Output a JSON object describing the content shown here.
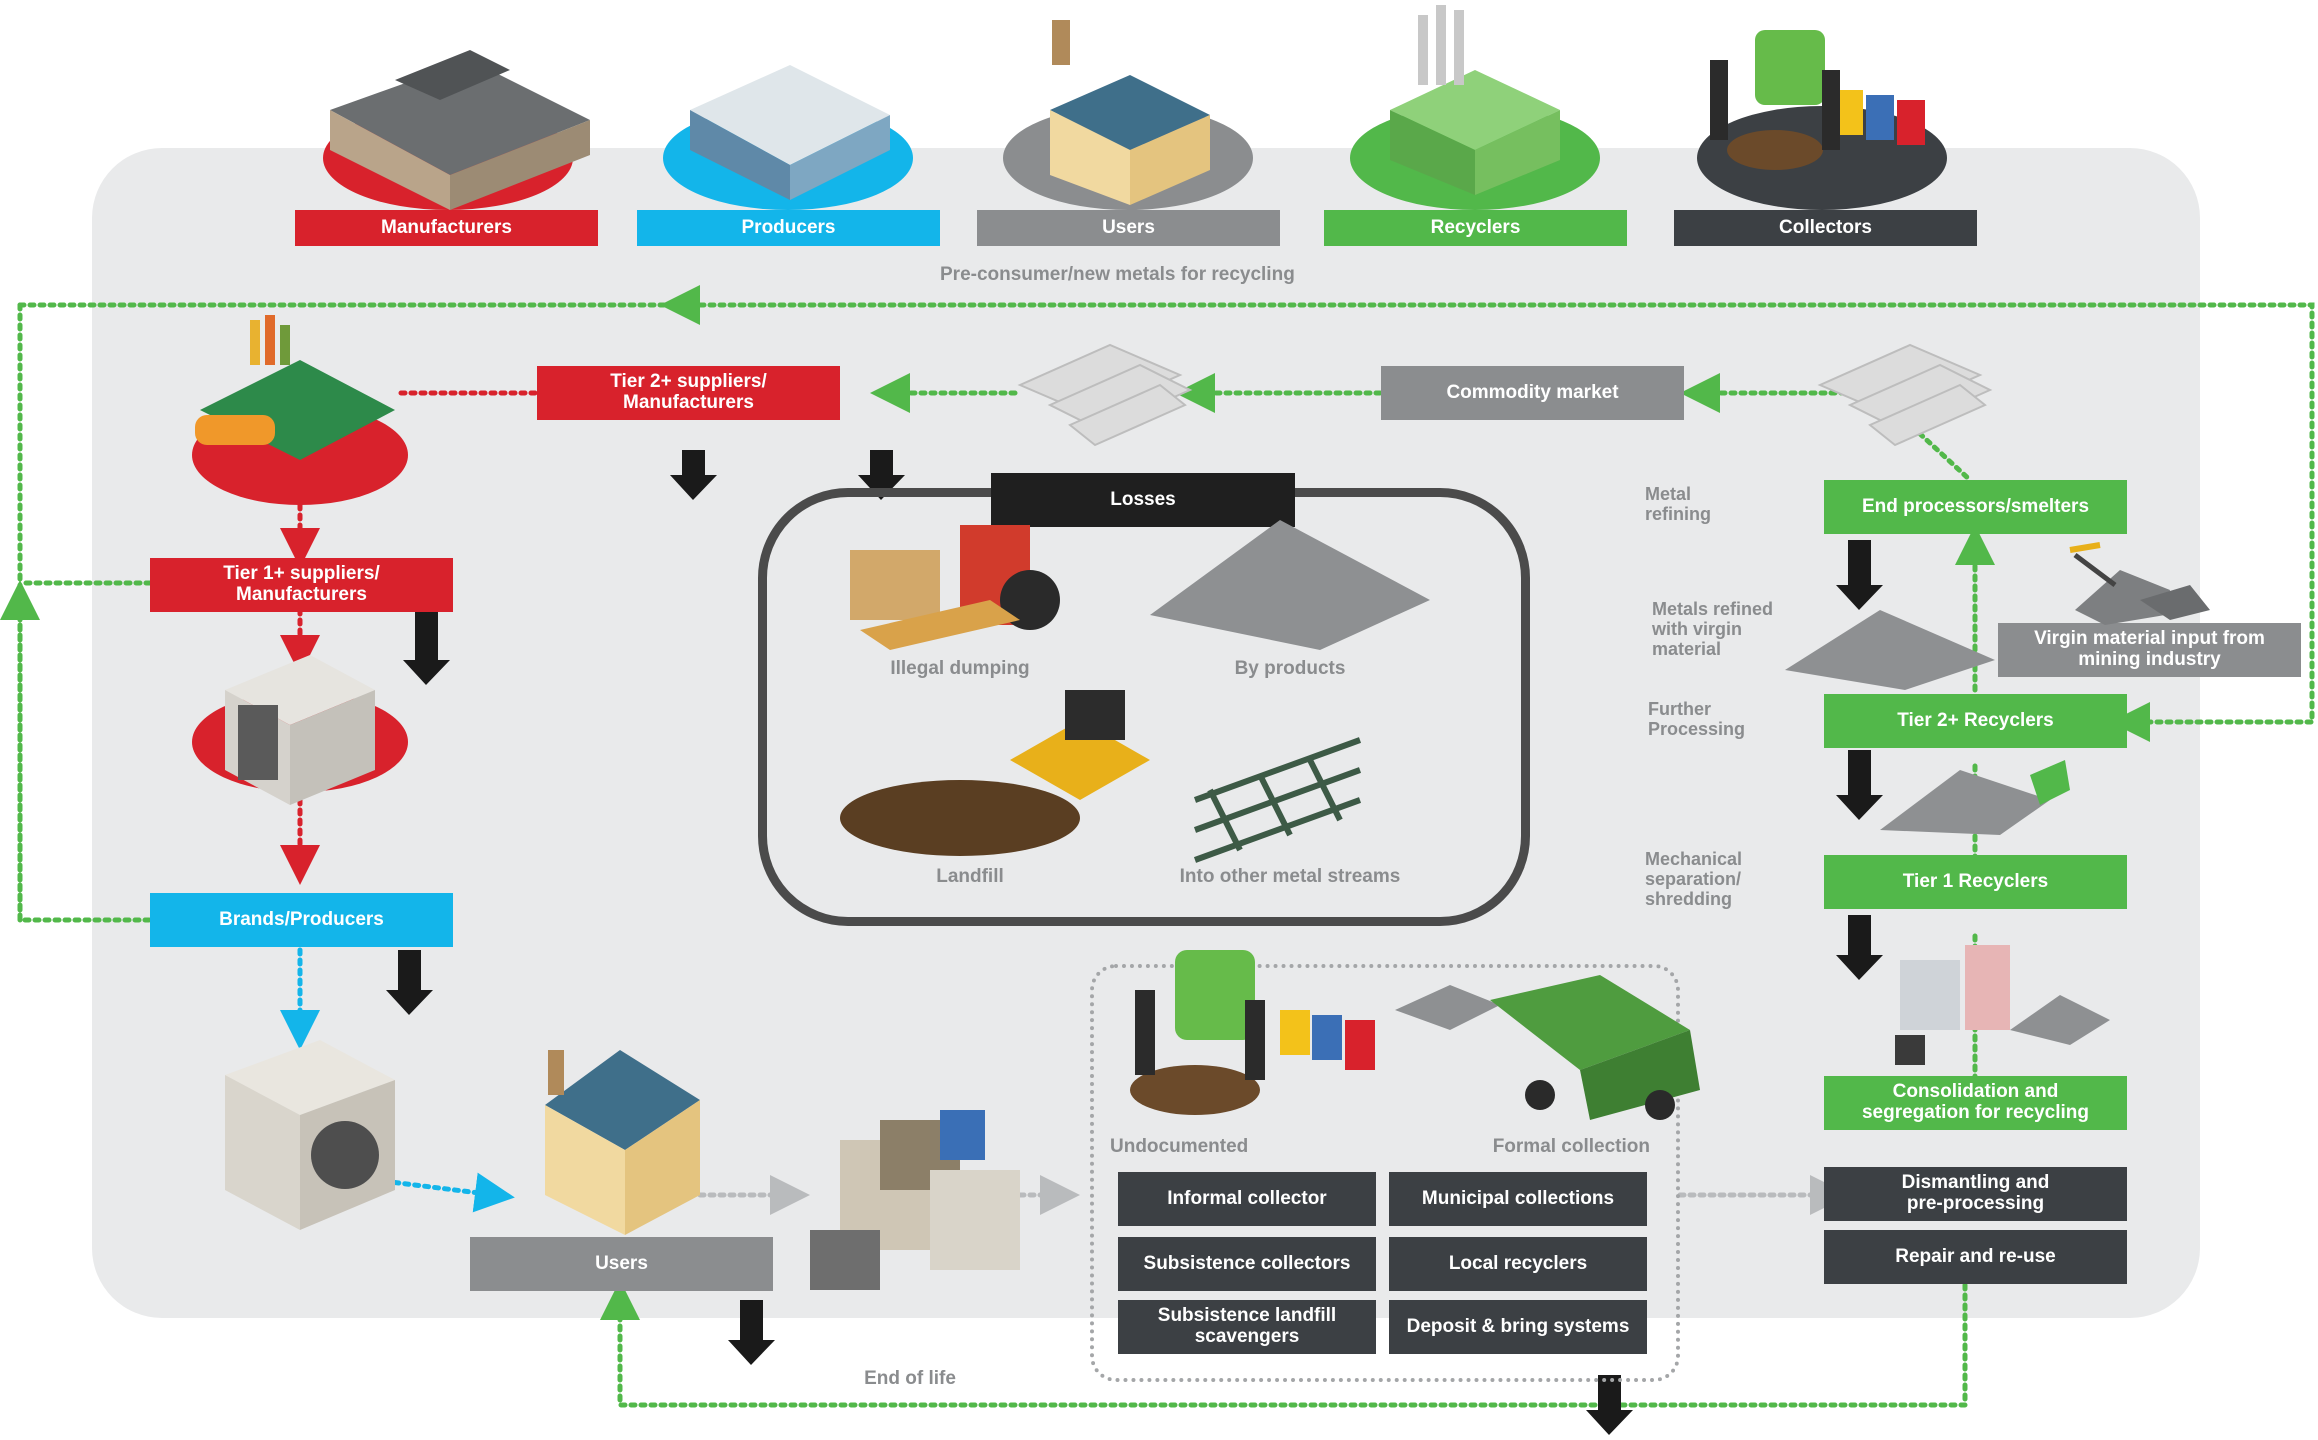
{
  "stakeholders": {
    "manufacturers": "Manufacturers",
    "producers": "Producers",
    "users": "Users",
    "recyclers": "Recyclers",
    "collectors": "Collectors"
  },
  "flow": {
    "pre_consumer": "Pre-consumer/new metals for recycling",
    "tier2_suppliers": "Tier 2+ suppliers/\nManufacturers",
    "tier1_suppliers": "Tier 1+ suppliers/\nManufacturers",
    "brands_producers": "Brands/Producers",
    "commodity_market": "Commodity market",
    "users_box": "Users",
    "end_of_life": "End of life"
  },
  "losses": {
    "title": "Losses",
    "illegal_dumping": "Illegal dumping",
    "by_products": "By products",
    "landfill": "Landfill",
    "other_streams": "Into other metal streams"
  },
  "recycling_chain": {
    "metal_refining": "Metal\nrefining",
    "end_processors": "End processors/smelters",
    "metals_refined_virgin": "Metals refined\nwith virgin\nmaterial",
    "virgin_material": "Virgin material input from\nmining industry",
    "further_processing": "Further\nProcessing",
    "tier2_recyclers": "Tier 2+ Recyclers",
    "mechanical_separation": "Mechanical\nseparation/\nshredding",
    "tier1_recyclers": "Tier 1 Recyclers",
    "consolidation": "Consolidation and\nsegregation for recycling",
    "dismantling": "Dismantling and\npre-processing",
    "repair": "Repair and re-use"
  },
  "collection": {
    "undocumented": "Undocumented",
    "formal_collection": "Formal collection",
    "informal_collector": "Informal collector",
    "municipal_collections": "Municipal collections",
    "subsistence_collectors": "Subsistence collectors",
    "local_recyclers": "Local recyclers",
    "subsistence_landfill": "Subsistence landfill\nscavengers",
    "deposit_bring": "Deposit & bring systems"
  },
  "colors": {
    "red": "#d8222c",
    "blue": "#13b5ea",
    "grey": "#8b8d8f",
    "green": "#52b84a",
    "dark": "#3c4044",
    "panel": "#e9eaeb"
  }
}
